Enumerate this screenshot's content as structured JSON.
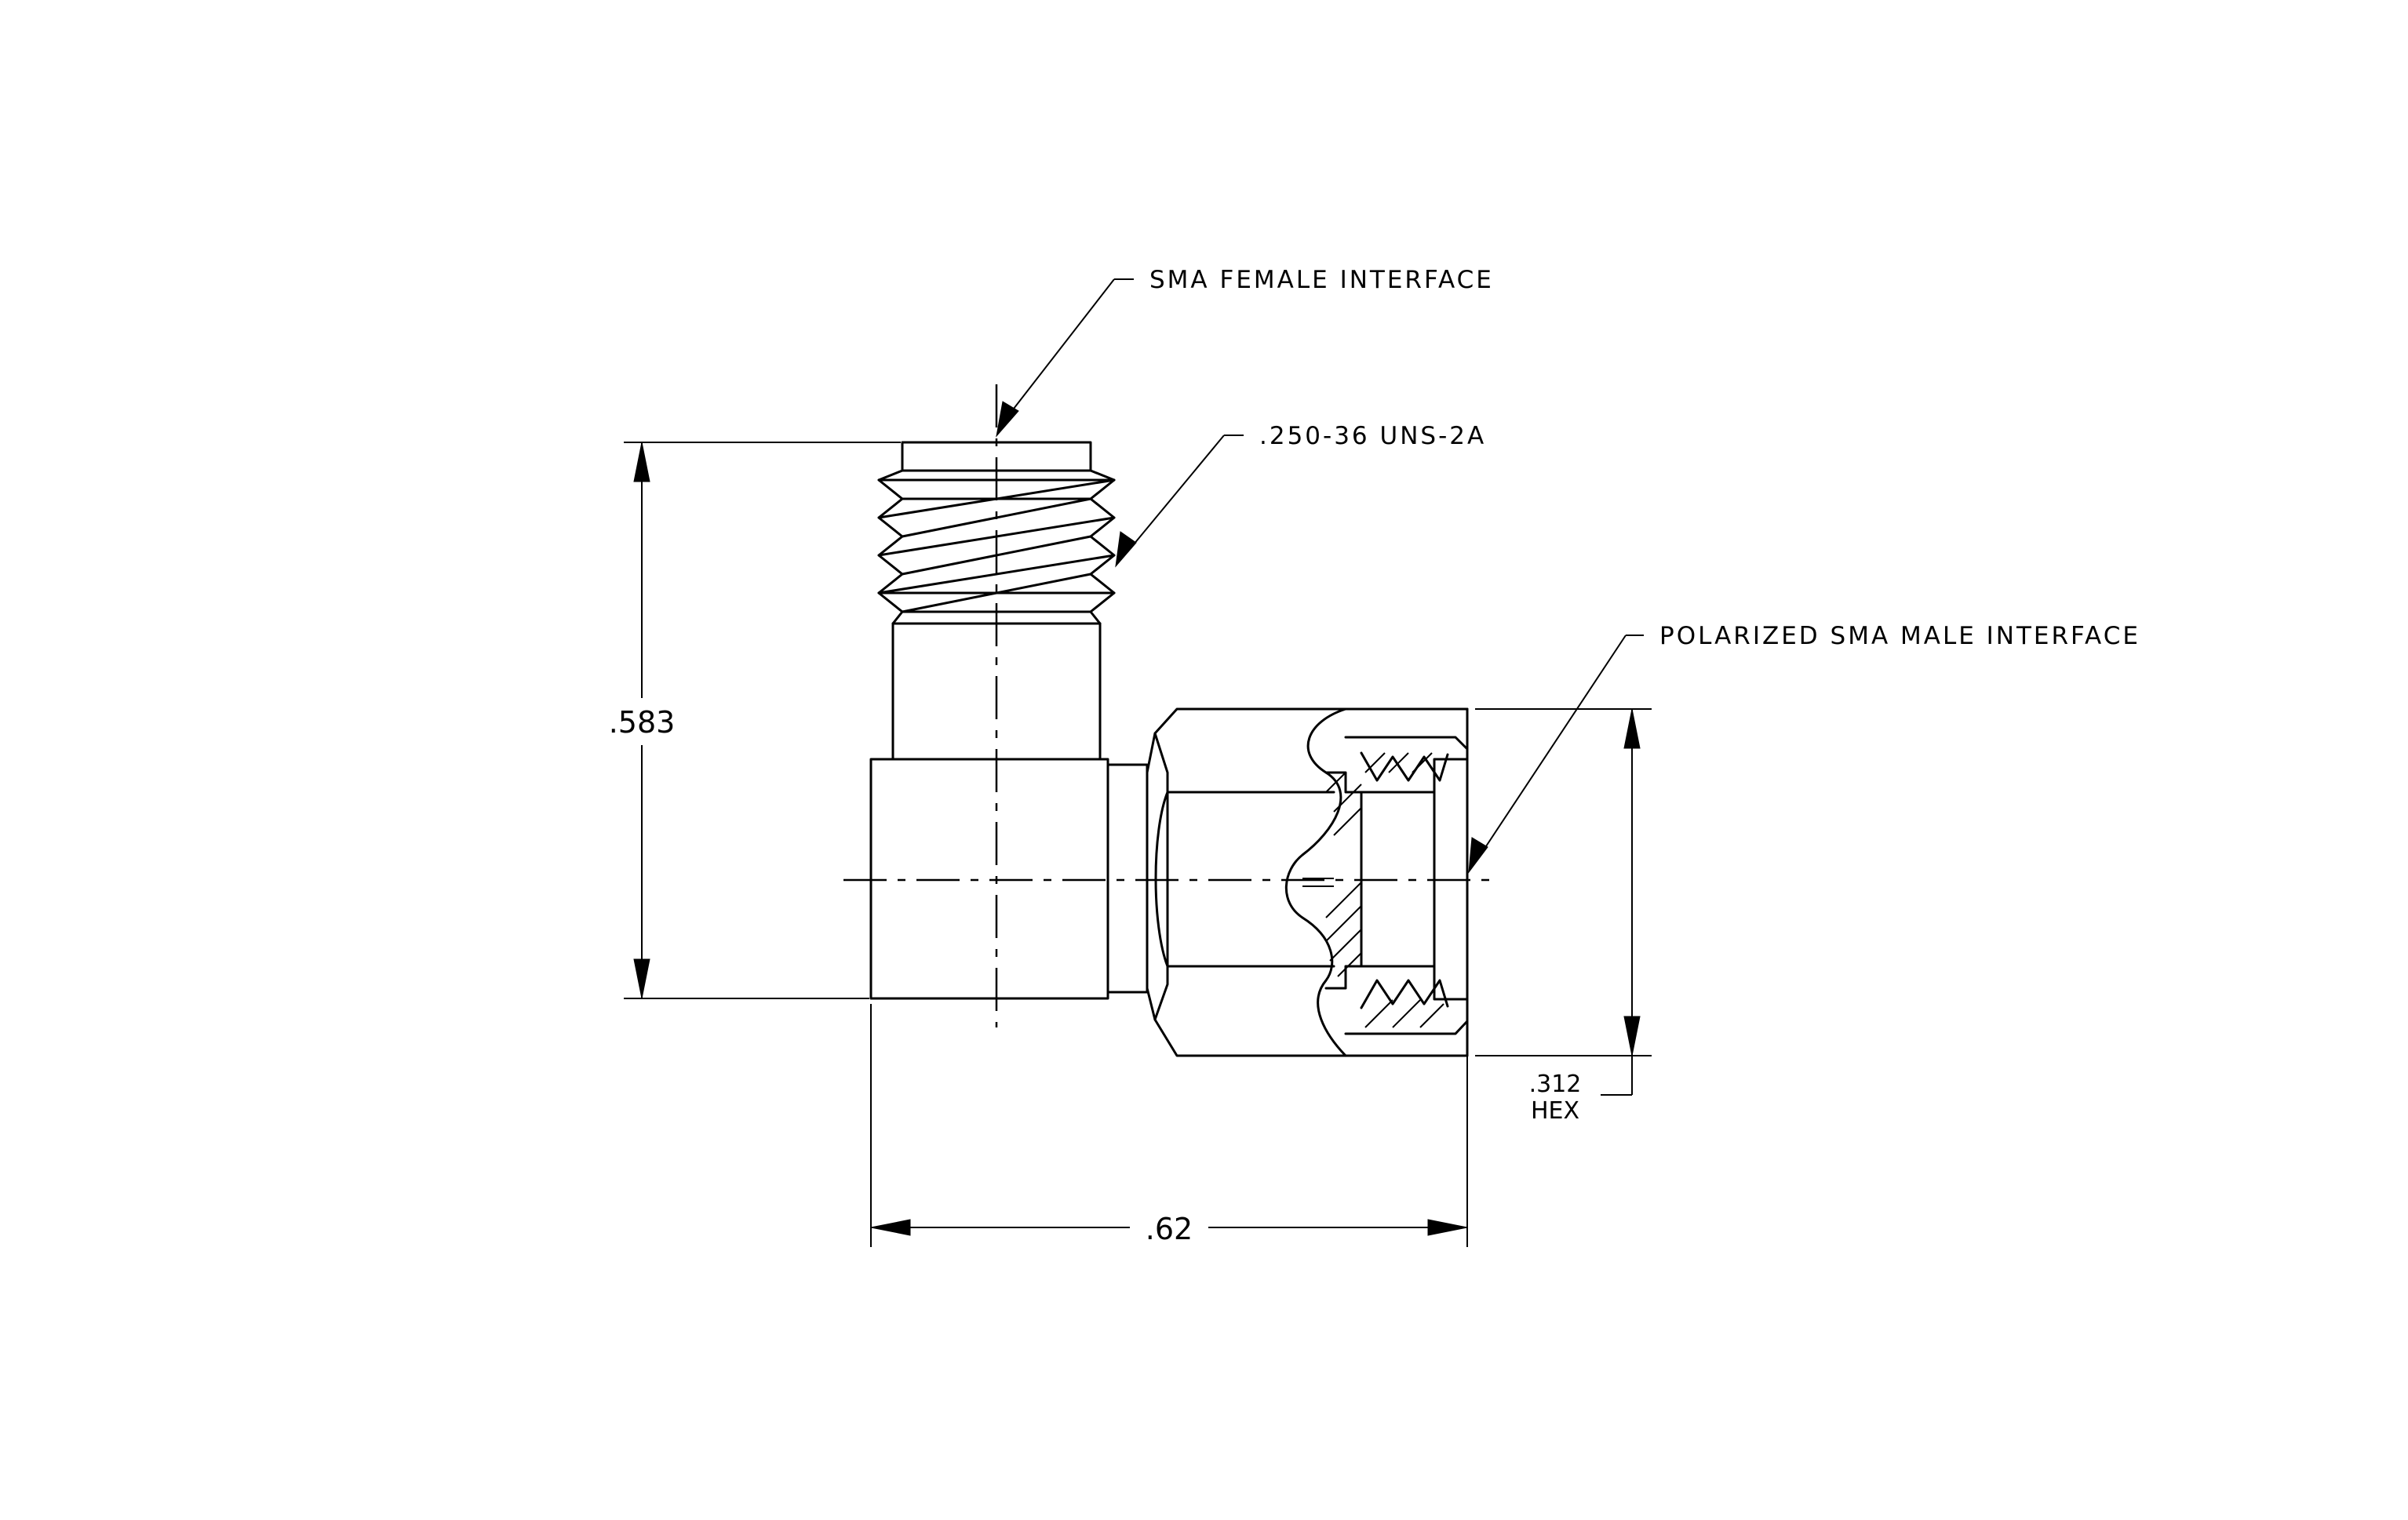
{
  "callouts": {
    "sma_female": "SMA FEMALE INTERFACE",
    "thread_spec": ".250-36 UNS-2A",
    "sma_male": "POLARIZED SMA MALE INTERFACE"
  },
  "dimensions": {
    "height": ".583",
    "length": ".62",
    "hex_value": ".312",
    "hex_label": "HEX"
  }
}
